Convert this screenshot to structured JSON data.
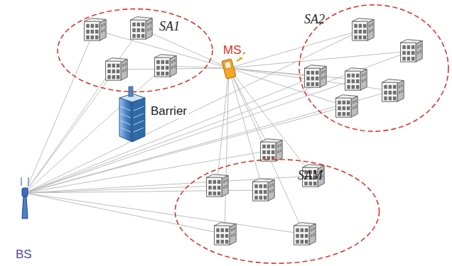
{
  "diagram": {
    "nodes": [
      {
        "text": [
          "SA1"
        ]
      },
      {
        "text": [
          "SA2"
        ]
      },
      {
        "text": [
          "SAM"
        ]
      }
    ],
    "labels": [
      "MS",
      "Barrier",
      "BS"
    ]
  }
}
